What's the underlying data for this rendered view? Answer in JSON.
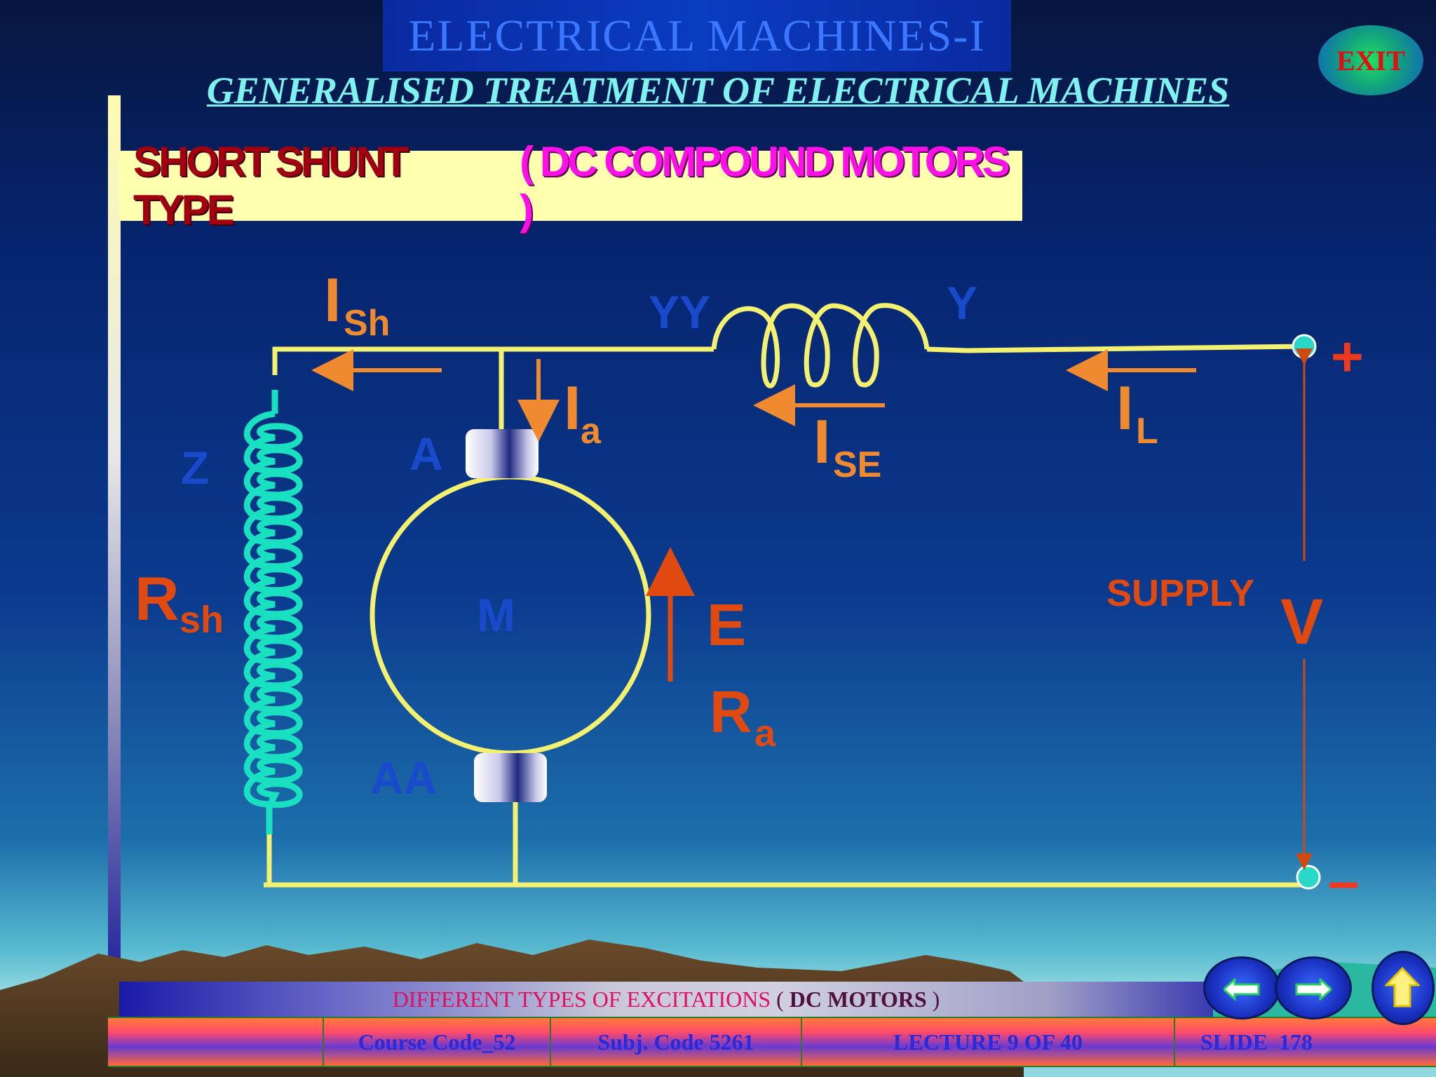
{
  "header": {
    "title": "ELECTRICAL  MACHINES-I",
    "subtitle": "GENERALISED TREATMENT OF ELECTRICAL MACHINES",
    "exit_label": "EXIT"
  },
  "slide_heading": {
    "part1": "SHORT SHUNT TYPE",
    "part2": "( DC  COMPOUND  MOTORS )"
  },
  "circuit": {
    "labels": {
      "ish_main": "I",
      "ish_sub": "Sh",
      "ia_main": "I",
      "ia_sub": "a",
      "ise_main": "I",
      "ise_sub": "SE",
      "il_main": "I",
      "il_sub": "L",
      "rsh_main": "R",
      "rsh_sub": "sh",
      "ra_main": "R",
      "ra_sub": "a",
      "e": "E",
      "v": "V",
      "supply": "SUPPLY",
      "plus": "+",
      "minus": "–",
      "yy": "YY",
      "y": "Y",
      "z": "Z",
      "a": "A",
      "aa": "AA",
      "m": "M"
    },
    "colors": {
      "wire": "#f4f070",
      "shunt_coil": "#18e0c0",
      "arrow": "#f08a30",
      "label_orange": "#f08a30",
      "label_red": "#e04a10",
      "faint_blue": "#1a4acc"
    }
  },
  "bottom_banner": {
    "text": "DIFFERENT TYPES OF EXCITATIONS",
    "emph_open": "( ",
    "emph": "DC MOTORS",
    "emph_close": " )"
  },
  "footer": {
    "course_code": "Course Code_52",
    "subj_code": "Subj. Code  5261",
    "lecture": "LECTURE  9 OF 40",
    "slide_label": "SLIDE",
    "slide_number": "178"
  },
  "nav": {
    "prev_icon": "arrow-left-icon",
    "next_icon": "arrow-right-icon",
    "home_icon": "arrow-up-icon"
  }
}
